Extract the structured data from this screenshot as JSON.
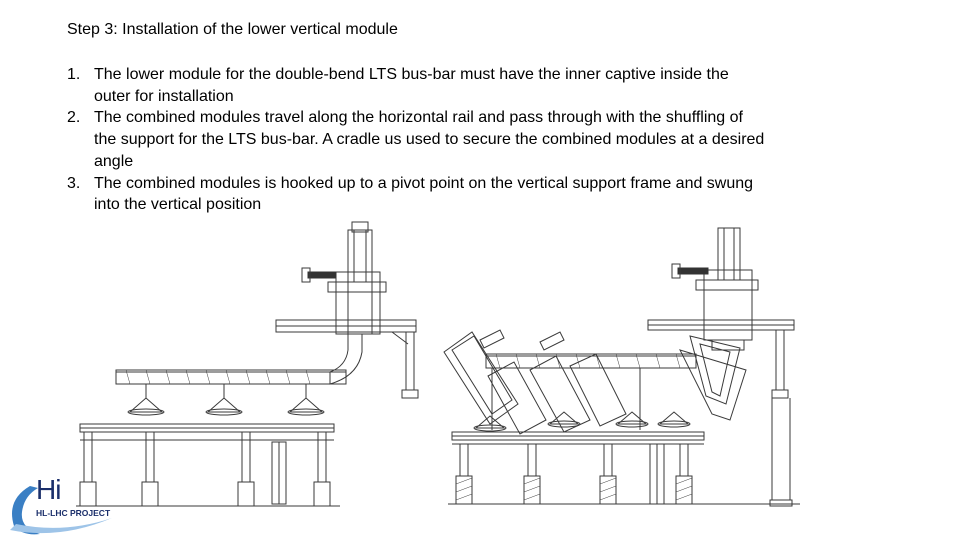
{
  "slide": {
    "title": "Step 3: Installation of the lower vertical module",
    "points": [
      {
        "num": "1.",
        "text": "The lower module for the double-bend LTS bus-bar must have the inner captive inside the outer for installation"
      },
      {
        "num": "2.",
        "text": "The combined modules travel along the horizontal rail and pass through with the shuffling of the support for the LTS bus-bar. A cradle us used to secure the combined modules at a desired angle"
      },
      {
        "num": "3.",
        "text": "The combined modules is hooked up to a pivot point on the vertical support frame and swung into the vertical position"
      }
    ]
  },
  "logo": {
    "main": "Hi",
    "sub": "HL-LHC PROJECT"
  },
  "colors": {
    "logo_blue": "#1b2f6b",
    "logo_swoosh": "#3a7fc4",
    "line": "#3a3a3a"
  }
}
